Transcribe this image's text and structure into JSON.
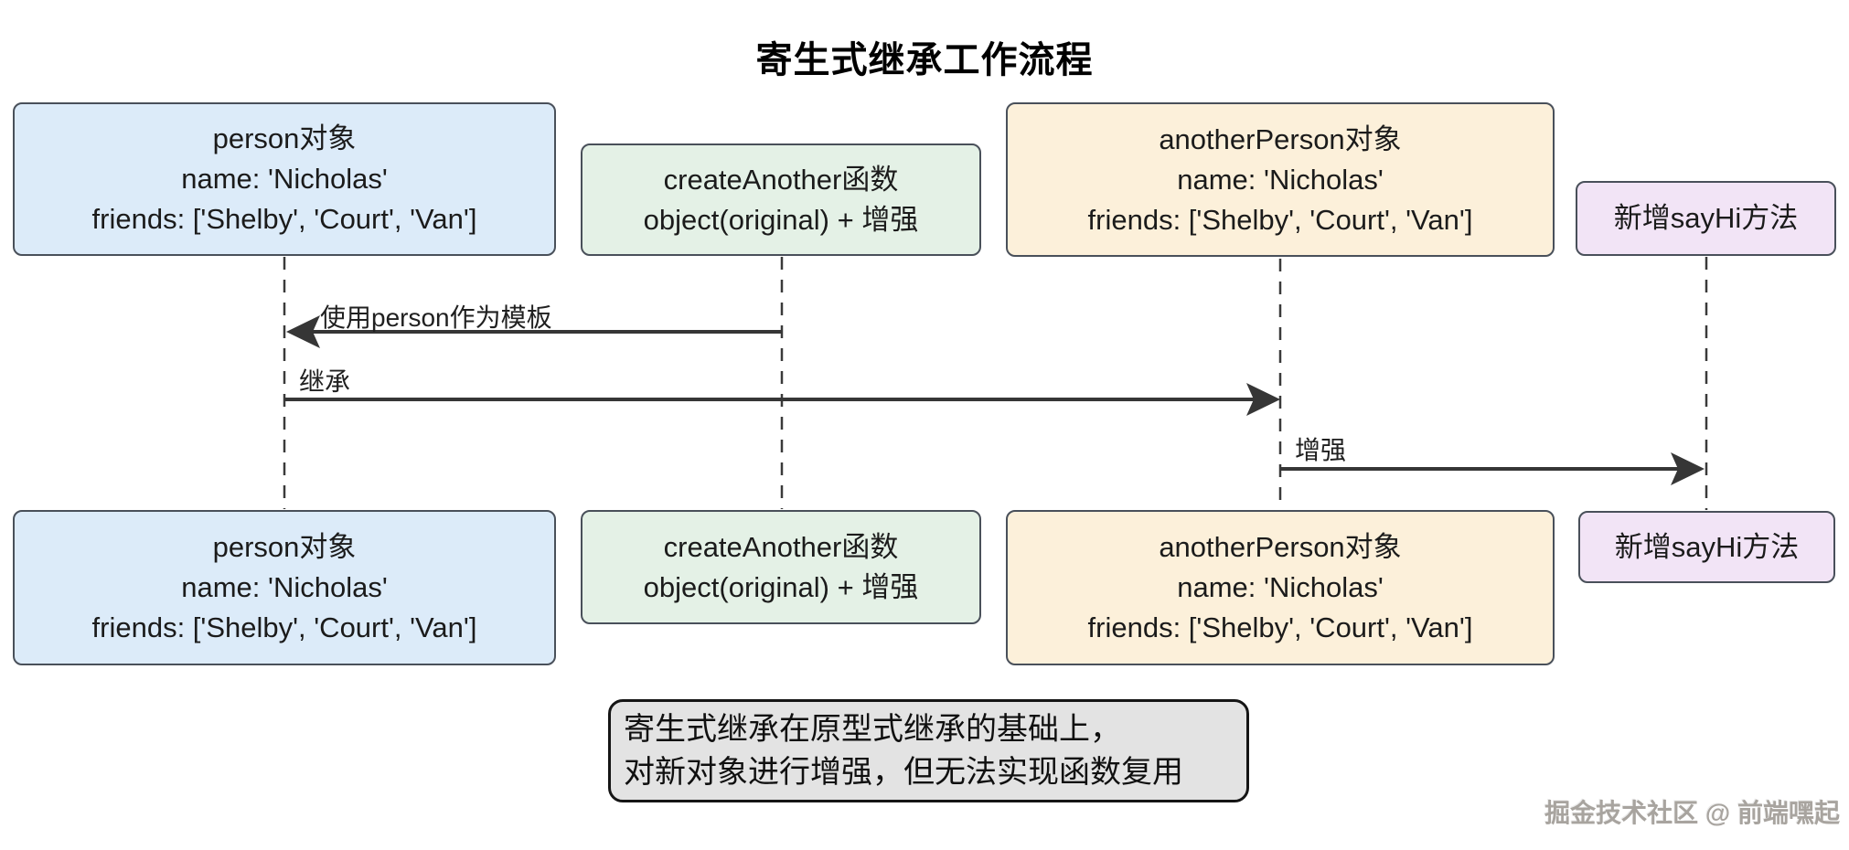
{
  "title": "寄生式继承工作流程",
  "actors": {
    "person": {
      "lines": [
        "person对象",
        "name: 'Nicholas'",
        "friends: ['Shelby', 'Court', 'Van']"
      ],
      "fill": "#dcebf9"
    },
    "createAnother": {
      "lines": [
        "createAnother函数",
        "object(original) + 增强"
      ],
      "fill": "#e4f1e6"
    },
    "anotherPerson": {
      "lines": [
        "anotherPerson对象",
        "name: 'Nicholas'",
        "friends: ['Shelby', 'Court', 'Van']"
      ],
      "fill": "#fcf0da"
    },
    "sayHi": {
      "lines": [
        "新增sayHi方法"
      ],
      "fill": "#f2e4f6"
    }
  },
  "messages": [
    {
      "label": "使用person作为模板",
      "from": "createAnother函数",
      "to": "person对象",
      "direction": "left"
    },
    {
      "label": "继承",
      "from": "person对象",
      "to": "anotherPerson对象",
      "direction": "right"
    },
    {
      "label": "增强",
      "from": "anotherPerson对象",
      "to": "新增sayHi方法",
      "direction": "right"
    }
  ],
  "note": {
    "lines": [
      "寄生式继承在原型式继承的基础上，",
      "对新对象进行增强，但无法实现函数复用"
    ]
  },
  "watermark": "掘金技术社区 @ 前端嘿起",
  "colors": {
    "background": "#ffffff",
    "actor_border": "#49505a",
    "arrow": "#363636",
    "lifeline": "#3a3a3a",
    "note_fill": "#e3e3e3",
    "note_border": "#151515",
    "text": "#1b1b1b",
    "watermark_text": "#a8a49f"
  }
}
